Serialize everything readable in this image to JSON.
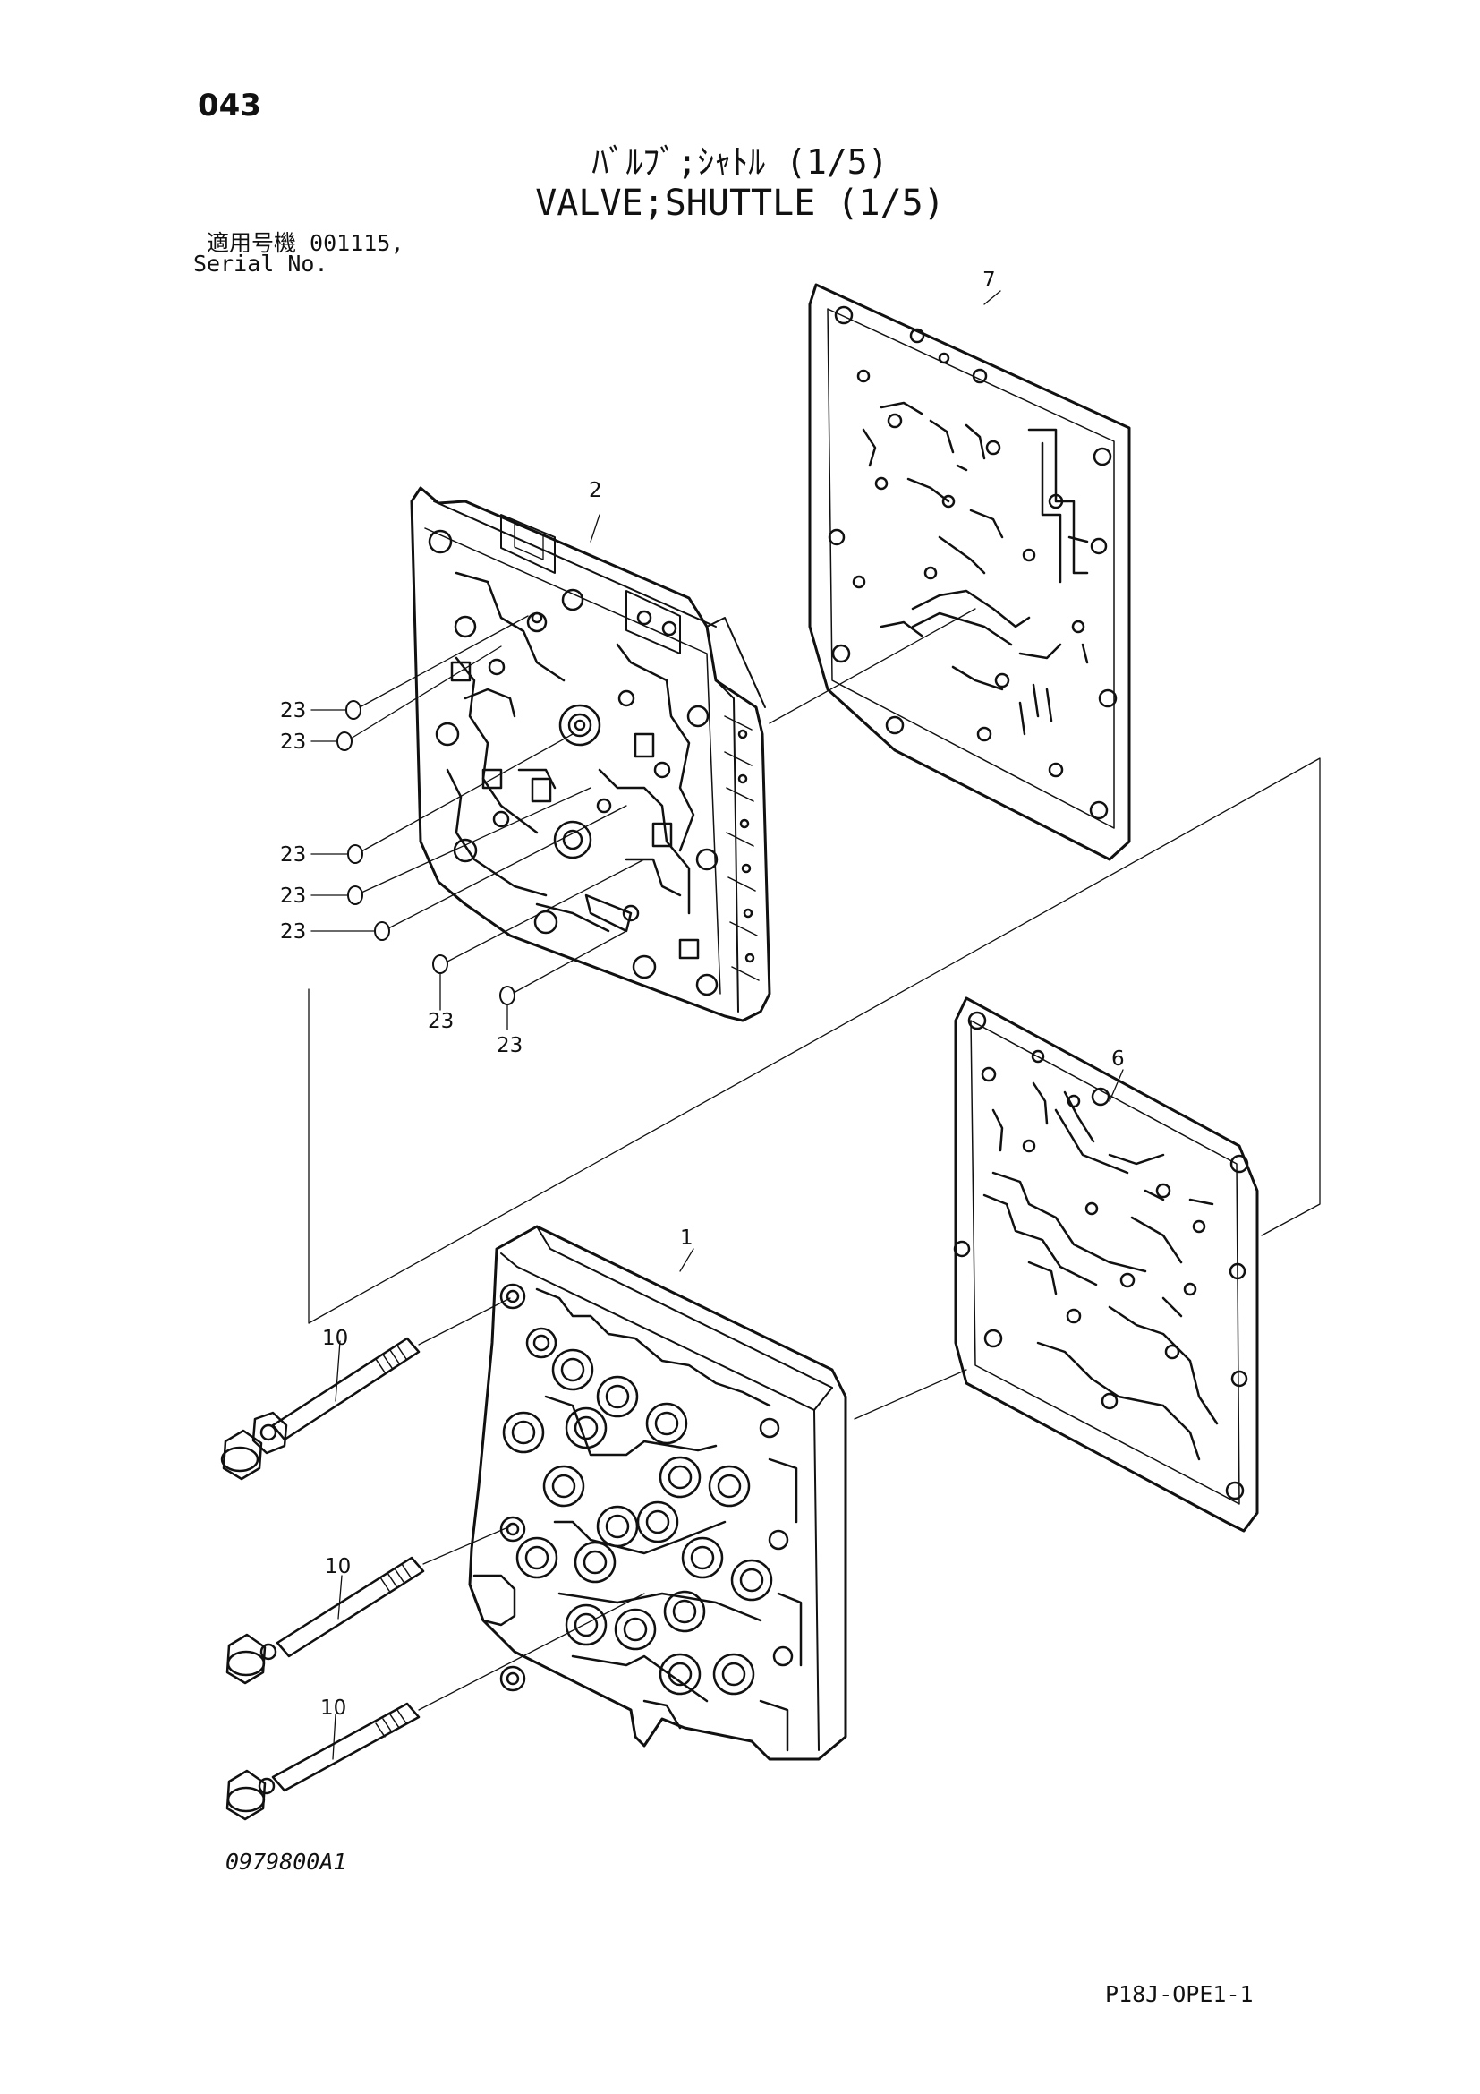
{
  "page_number": "043",
  "title_jp": "ﾊﾞﾙﾌﾞ;ｼｬﾄﾙ (1/5)",
  "title_en": "VALVE;SHUTTLE (1/5)",
  "serial_label_jp": "適用号機  001115,",
  "serial_label_en": "Serial No.",
  "figure_code": "0979800A1",
  "page_code": "P18J-OPE1-1",
  "callouts": {
    "part_1": "1",
    "part_2": "2",
    "part_6": "6",
    "part_7": "7",
    "part_10": "10",
    "part_23": "23"
  }
}
